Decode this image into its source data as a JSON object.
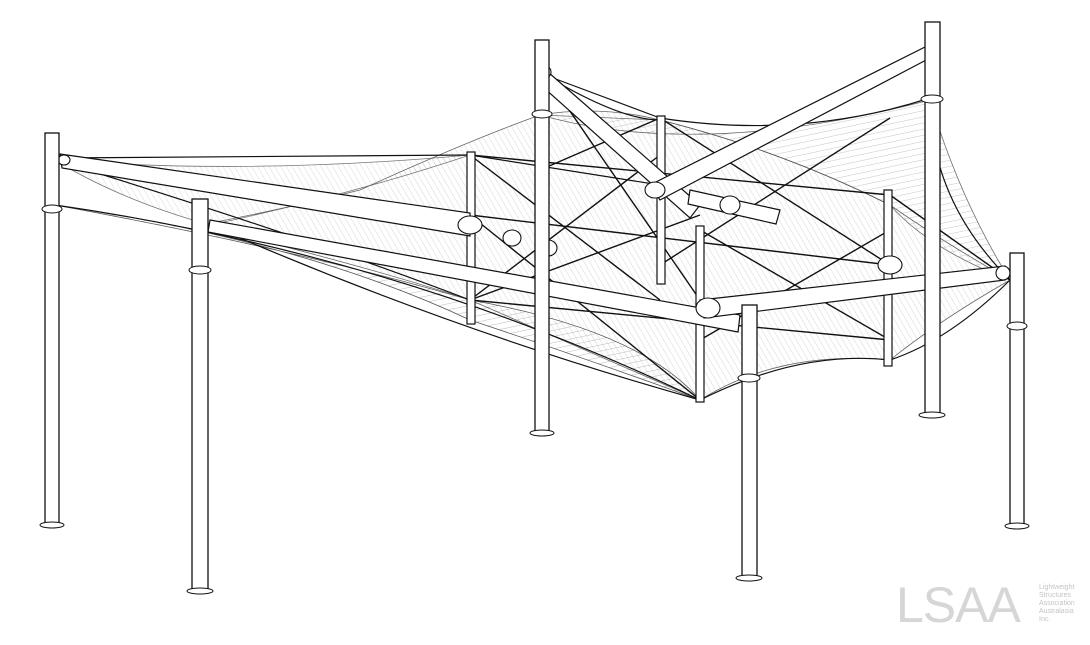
{
  "logo": {
    "mark": "LSAA",
    "lines": [
      "Lightweight",
      "Structures",
      "Association",
      "Australasia",
      "Inc."
    ]
  },
  "colors": {
    "line": "#000000",
    "member": "#ffffff",
    "membrane": "#9a9a9a",
    "logo": "#d6d6d6"
  }
}
